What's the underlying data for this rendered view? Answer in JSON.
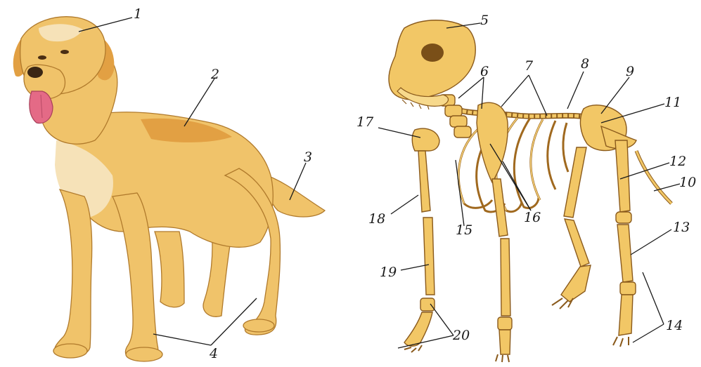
{
  "figure": {
    "dog_illustration": {
      "labels": [
        "1",
        "2",
        "3",
        "4"
      ]
    },
    "skeleton_illustration": {
      "labels": [
        "5",
        "6",
        "7",
        "8",
        "9",
        "11",
        "17",
        "12",
        "10",
        "18",
        "15",
        "16",
        "13",
        "19",
        "20",
        "14"
      ]
    }
  }
}
